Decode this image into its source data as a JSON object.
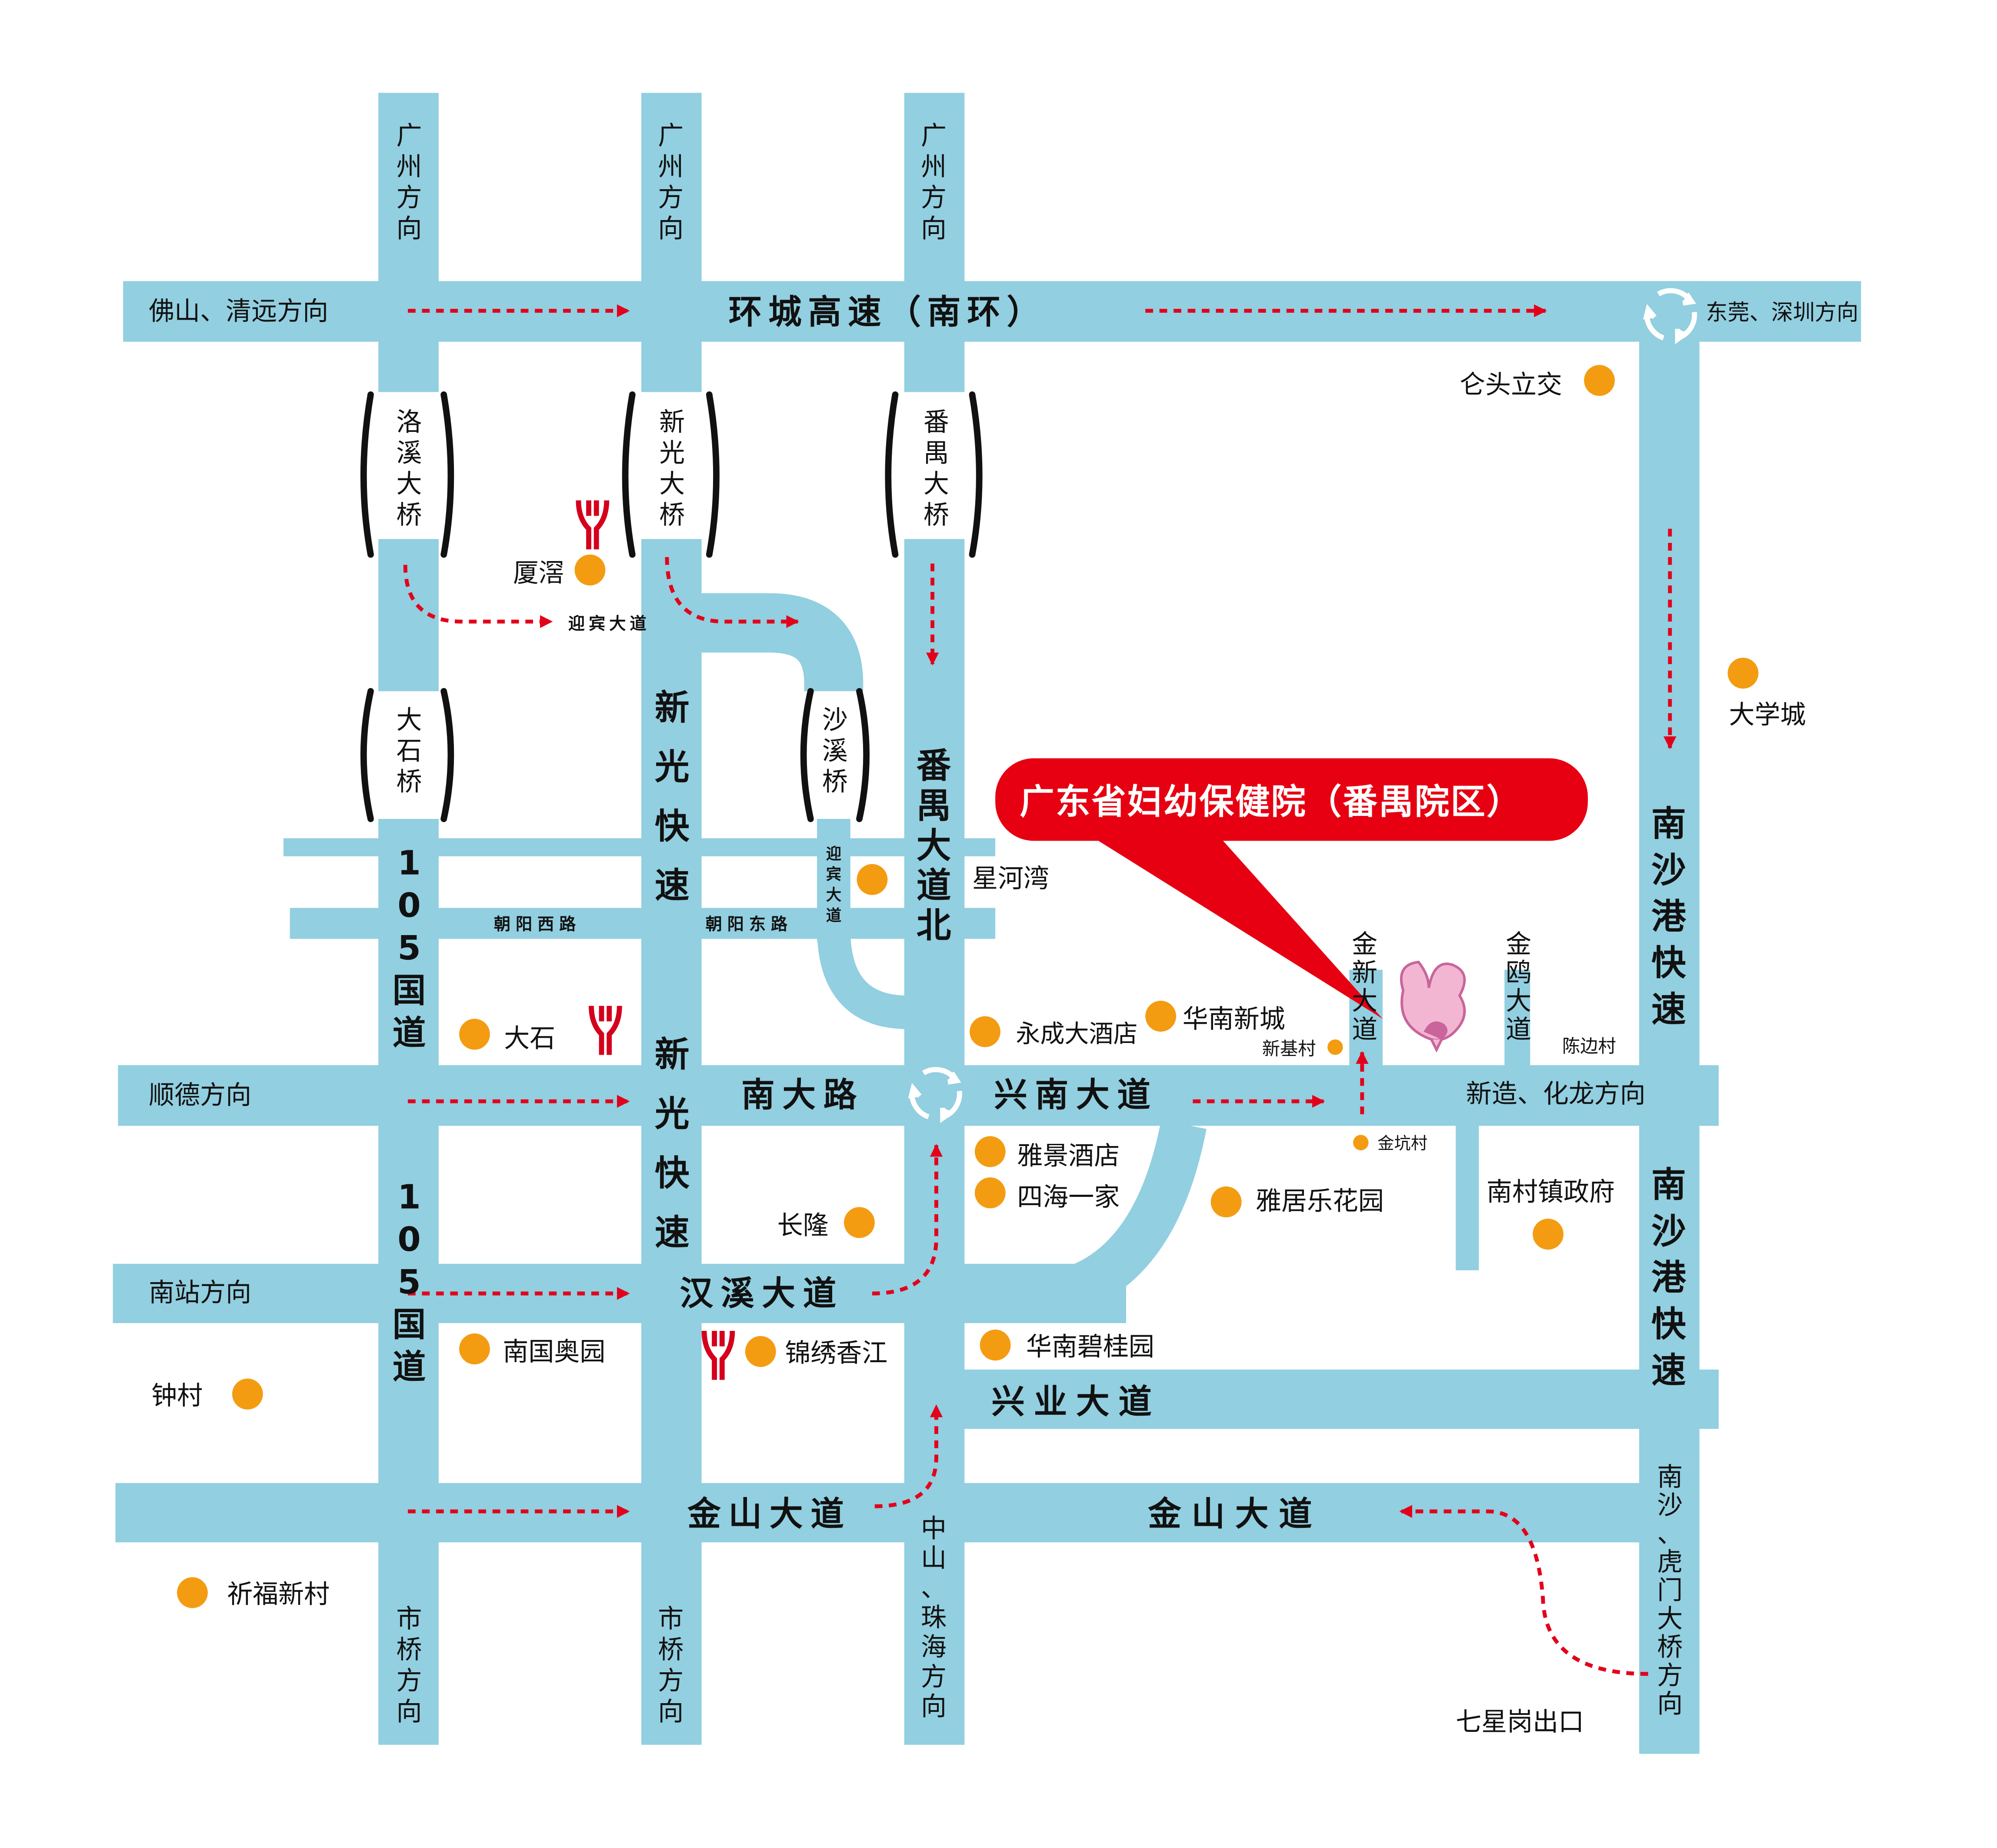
{
  "colors": {
    "road": "#92cfe0",
    "arrow": "#e3001b",
    "poi": "#f39c12",
    "callout": "#e60012",
    "bracket": "#111111",
    "metro": "#d4001c",
    "logo": "#e08cb8"
  },
  "callout": {
    "text": "广东省妇幼保健院（番禺院区）"
  },
  "roads": {
    "ring_expressway": "环城高速（南环）",
    "nandalu": "南大路",
    "xingnan": "兴南大道",
    "hanxi": "汉溪大道",
    "xingye": "兴业大道",
    "jinshan_west": "金山大道",
    "jinshan_east": "金山大道",
    "xinguang_upper": "新光快速",
    "xinguang_lower": "新光快速",
    "panyu_north": "番禺大道北",
    "nansha_upper": "南沙港快速",
    "nansha_lower": "南沙港快速",
    "g105_upper": "105国道",
    "g105_lower": "105国道",
    "yingbin": "迎宾大道",
    "yingbin_vertical": "迎宾大道",
    "chaoyang_west": "朝阳西路",
    "chaoyang_east": "朝阳东路",
    "jinxin": "金新大道",
    "jinou": "金鸥大道"
  },
  "bridges": {
    "luoxi": "洛溪大桥",
    "xinguang": "新光大桥",
    "panyu": "番禺大桥",
    "dashi": "大石桥",
    "shaxi": "沙溪桥"
  },
  "directions": {
    "gz1": "广州方向",
    "gz2": "广州方向",
    "gz3": "广州方向",
    "foshan": "佛山、清远方向",
    "dongguan": "东莞、深圳方向",
    "shunde": "顺德方向",
    "xinzao": "新造、化龙方向",
    "nanzhan": "南站方向",
    "shiqiao1": "市桥方向",
    "shiqiao2": "市桥方向",
    "zhongshan": "中山、珠海方向",
    "nansha_humen": "南沙、虎门大桥方向"
  },
  "places": {
    "luntou": "仑头立交",
    "daxuecheng": "大学城",
    "xiajiao": "厦滘",
    "xinghewan": "星河湾",
    "dashi": "大石",
    "yongcheng": "永成大酒店",
    "huananxincheng": "华南新城",
    "xinjicun": "新基村",
    "chenbiancun": "陈边村",
    "jinkengcun": "金坑村",
    "yajing": "雅景酒店",
    "sihai": "四海一家",
    "changlong": "长隆",
    "yaju": "雅居乐花园",
    "nancun": "南村镇政府",
    "nanguo": "南国奥园",
    "jinxiu": "锦绣香江",
    "huanan_biguiyuan": "华南碧桂园",
    "zhongcun": "钟村",
    "qifu": "祈福新村",
    "qixinggang": "七星岗出口"
  }
}
